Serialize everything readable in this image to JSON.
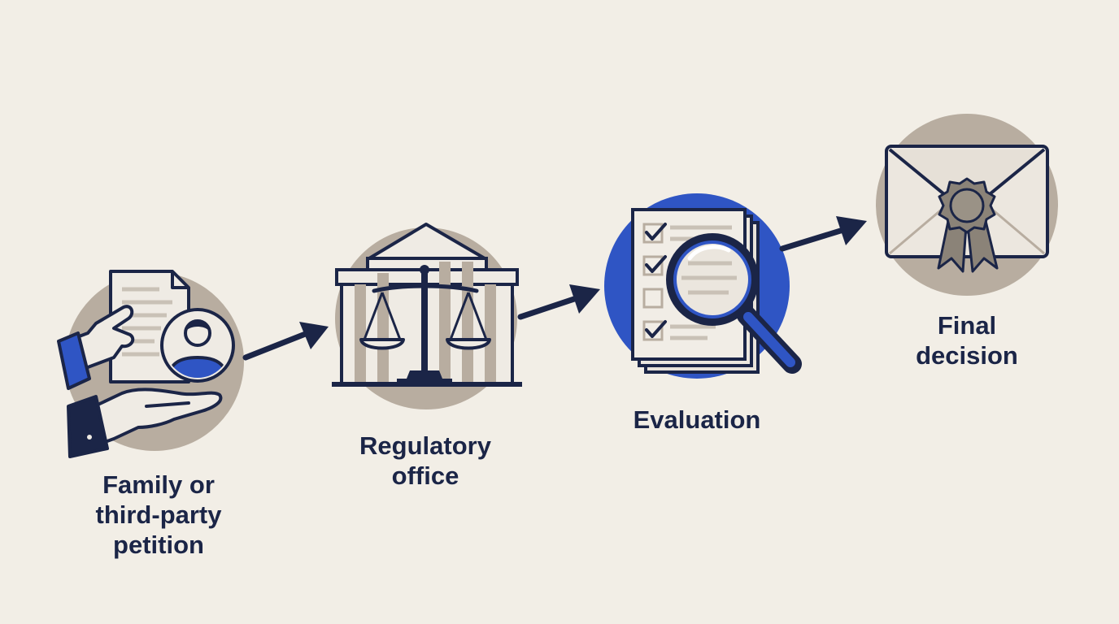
{
  "steps": [
    {
      "label": "Family or\nthird-party\npetition",
      "icon": "petition-hands-icon"
    },
    {
      "label": "Regulatory\noffice",
      "icon": "courthouse-scales-icon"
    },
    {
      "label": "Evaluation",
      "icon": "magnifier-checklist-icon"
    },
    {
      "label": "Final\ndecision",
      "icon": "sealed-envelope-icon"
    }
  ],
  "colors": {
    "background": "#f2eee6",
    "navy": "#1b2547",
    "blue": "#2f55c4",
    "taupe": "#b8ada0",
    "paper": "#eeeae3"
  }
}
